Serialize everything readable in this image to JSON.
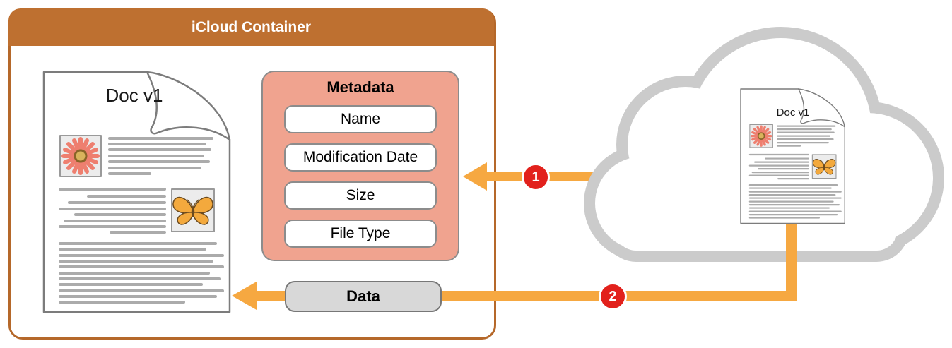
{
  "container": {
    "title": "iCloud Container",
    "document": {
      "label": "Doc v1"
    }
  },
  "metadata": {
    "title": "Metadata",
    "rows": [
      "Name",
      "Modification Date",
      "Size",
      "File Type"
    ]
  },
  "cloud": {
    "document": {
      "label": "Doc v1"
    }
  },
  "steps": {
    "one": {
      "badge": "1"
    },
    "two": {
      "badge": "2",
      "label": "Data"
    }
  },
  "colors": {
    "container_brown": "#BE7030",
    "arrow_orange": "#F6A841",
    "badge_red": "#E2211C",
    "metadata_fill": "#F0A38F",
    "cloud_gray": "#CBCBCB",
    "data_pill_gray": "#D8D8D8",
    "doc_outline_gray": "#7C7C7C",
    "text_line_gray": "#ABABAB"
  }
}
